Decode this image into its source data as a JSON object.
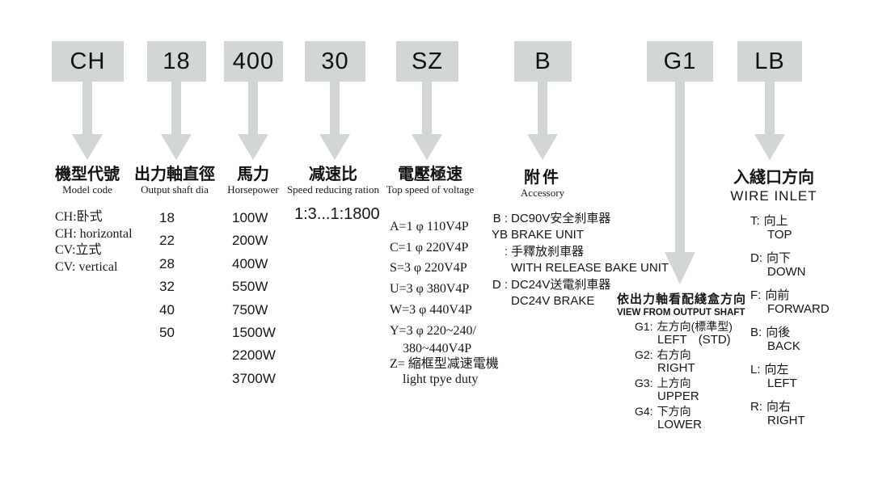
{
  "colors": {
    "box_fill": "#d2d6d6",
    "arrow": "#d2d6d6",
    "text": "#161616",
    "background": "#ffffff"
  },
  "code_example": "CH 18 400 30 SZ B G1 LB",
  "boxes": [
    {
      "label": "CH"
    },
    {
      "label": "18"
    },
    {
      "label": "400"
    },
    {
      "label": "30"
    },
    {
      "label": "SZ"
    },
    {
      "label": "B"
    },
    {
      "label": "G1"
    },
    {
      "label": "LB"
    }
  ],
  "columns": {
    "model": {
      "title": "機型代號",
      "subtitle": "Model code",
      "items": [
        "CH:卧式",
        "CH: horizontal",
        "CV:立式",
        "CV: vertical"
      ]
    },
    "shaft": {
      "title": "出力軸直徑",
      "subtitle": "Output shaft dia",
      "items": [
        "18",
        "22",
        "28",
        "32",
        "40",
        "50"
      ]
    },
    "horsepower": {
      "title": "馬力",
      "subtitle": "Horsepower",
      "items": [
        "100W",
        "200W",
        "400W",
        "550W",
        "750W",
        "1500W",
        "2200W",
        "3700W"
      ]
    },
    "ratio": {
      "title": "减速比",
      "subtitle": "Speed reducing ration",
      "value": "1:3...1:1800"
    },
    "voltage": {
      "title": "電壓極速",
      "subtitle": "Top speed of voltage",
      "lines": [
        "A=1 φ 110V4P",
        "C=1 φ 220V4P",
        "S=3 φ 220V4P",
        "U=3 φ 380V4P",
        "W=3 φ 440V4P",
        "Y=3 φ 220~240/",
        "380~440V4P",
        "Z= 縮框型减速電機",
        "light tpye duty"
      ]
    },
    "accessory": {
      "title": "附件",
      "subtitle": "Accessory",
      "rows": [
        {
          "key": "B :",
          "text": "DC90V安全刹車器"
        },
        {
          "key": "YB",
          "text": "BRAKE UNIT"
        },
        {
          "key": ":",
          "text": "手釋放刹車器"
        },
        {
          "key": "",
          "text": "WITH RELEASE BAKE UNIT"
        },
        {
          "key": "D :",
          "text": "DC24V送電刹車器"
        },
        {
          "key": "",
          "text": "DC24V BRAKE"
        }
      ]
    },
    "terminal": {
      "title": "依出力軸看配綫盒方向",
      "subtitle": "VIEW FROM OUTPUT SHAFT",
      "items": [
        {
          "key": "G1:",
          "cn": "左方向(標準型)",
          "en": "LEFT",
          "extra": "(STD)"
        },
        {
          "key": "G2:",
          "cn": "右方向",
          "en": "RIGHT",
          "extra": ""
        },
        {
          "key": "G3:",
          "cn": "上方向",
          "en": "UPPER",
          "extra": ""
        },
        {
          "key": "G4:",
          "cn": "下方向",
          "en": "LOWER",
          "extra": ""
        }
      ]
    },
    "wire": {
      "title": "入綫口方向",
      "subtitle": "WIRE INLET",
      "items": [
        {
          "key": "T:",
          "cn": "向上",
          "en": "TOP"
        },
        {
          "key": "D:",
          "cn": "向下",
          "en": "DOWN"
        },
        {
          "key": "F:",
          "cn": "向前",
          "en": "FORWARD"
        },
        {
          "key": "B:",
          "cn": "向後",
          "en": "BACK"
        },
        {
          "key": "L:",
          "cn": "向左",
          "en": "LEFT"
        },
        {
          "key": "R:",
          "cn": "向右",
          "en": "RIGHT"
        }
      ]
    }
  }
}
